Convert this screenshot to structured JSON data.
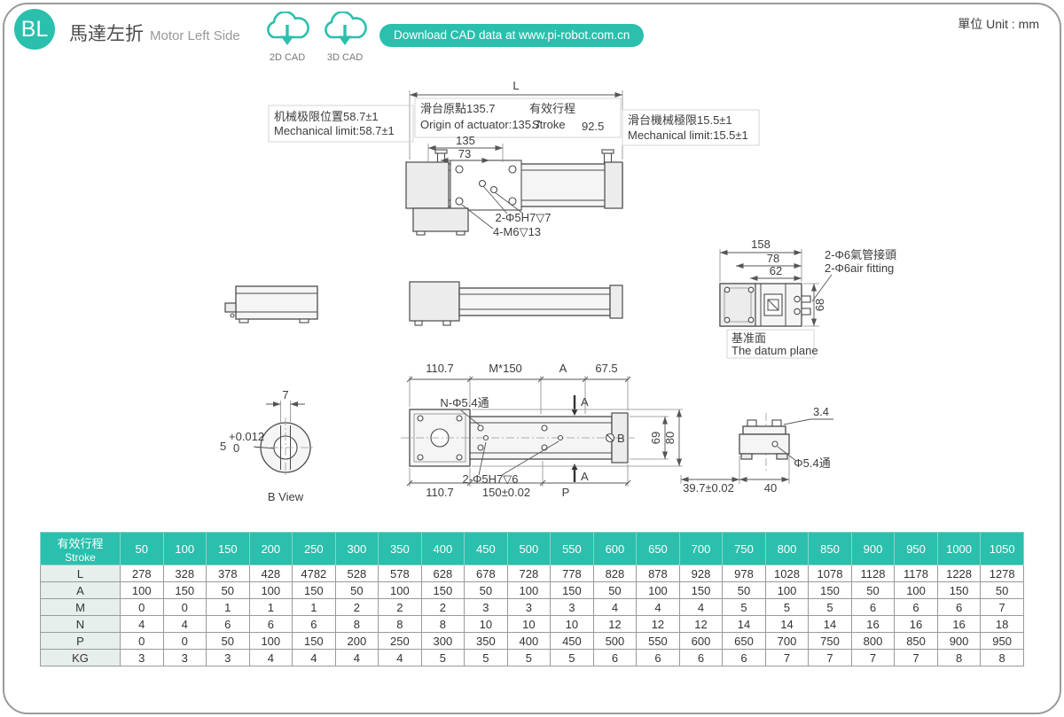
{
  "header": {
    "badge": "BL",
    "title_cn": "馬達左折",
    "title_en": "Motor Left Side",
    "cad2d_label": "2D CAD",
    "cad3d_label": "3D CAD",
    "download_text": "Download CAD data at www.pi-robot.com.cn",
    "unit_text": "單位 Unit : mm"
  },
  "colors": {
    "teal": "#2bbfad",
    "gray_text": "#b5b5b5"
  },
  "labels": {
    "dim_L": "L",
    "mech_left_cn": "机械极限位置58.7±1",
    "mech_left_en": "Mechanical limit:58.7±1",
    "origin_cn": "滑台原點135.7",
    "origin_en": "Origin of actuator:135.7",
    "stroke_cn": "有效行程",
    "stroke_en": "Stroke",
    "dim_92_5": "92.5",
    "mech_right_cn": "滑台機械極限15.5±1",
    "mech_right_en": "Mechanical limit:15.5±1",
    "dim_135": "135",
    "dim_73": "73",
    "note_2phi5h7_7": "2-Φ5H7▽7",
    "note_4m6_13": "4-M6▽13",
    "dim_158": "158",
    "dim_78": "78",
    "dim_62": "62",
    "dim_68": "68",
    "air_cn": "2-Φ6氣管接頭",
    "air_en": "2-Φ6air fitting",
    "datum_cn": "基准面",
    "datum_en": "The datum plane",
    "dim_110_7a": "110.7",
    "dim_m150": "M*150",
    "dim_A_top": "A",
    "dim_67_5": "67.5",
    "note_n_phi54": "N-Φ5.4通",
    "sec_A1": "A",
    "sec_A2": "A",
    "label_B": "B",
    "dim_69": "69",
    "dim_80": "80",
    "note_2phi5h7_6": "2-Φ5H7▽6",
    "dim_110_7b": "110.7",
    "dim_150": "150±0.02",
    "dim_P": "P",
    "dim_7": "7",
    "tol_plus": "+0.012",
    "tol_5": "5",
    "tol_0": "0",
    "bview_label": "B View",
    "dim_3_4": "3.4",
    "note_phi54": "Φ5.4通",
    "dim_39_7": "39.7±0.02",
    "dim_40": "40"
  },
  "table": {
    "header_cn": "有效行程",
    "header_en": "Stroke",
    "strokes": [
      "50",
      "100",
      "150",
      "200",
      "250",
      "300",
      "350",
      "400",
      "450",
      "500",
      "550",
      "600",
      "650",
      "700",
      "750",
      "800",
      "850",
      "900",
      "950",
      "1000",
      "1050"
    ],
    "rows": [
      {
        "label": "L",
        "values": [
          "278",
          "328",
          "378",
          "428",
          "4782",
          "528",
          "578",
          "628",
          "678",
          "728",
          "778",
          "828",
          "878",
          "928",
          "978",
          "1028",
          "1078",
          "1128",
          "1178",
          "1228",
          "1278"
        ]
      },
      {
        "label": "A",
        "values": [
          "100",
          "150",
          "50",
          "100",
          "150",
          "50",
          "100",
          "150",
          "50",
          "100",
          "150",
          "50",
          "100",
          "150",
          "50",
          "100",
          "150",
          "50",
          "100",
          "150",
          "50"
        ]
      },
      {
        "label": "M",
        "values": [
          "0",
          "0",
          "1",
          "1",
          "1",
          "2",
          "2",
          "2",
          "3",
          "3",
          "3",
          "4",
          "4",
          "4",
          "5",
          "5",
          "5",
          "6",
          "6",
          "6",
          "7"
        ]
      },
      {
        "label": "N",
        "values": [
          "4",
          "4",
          "6",
          "6",
          "6",
          "8",
          "8",
          "8",
          "10",
          "10",
          "10",
          "12",
          "12",
          "12",
          "14",
          "14",
          "14",
          "16",
          "16",
          "16",
          "18"
        ]
      },
      {
        "label": "P",
        "values": [
          "0",
          "0",
          "50",
          "100",
          "150",
          "200",
          "250",
          "300",
          "350",
          "400",
          "450",
          "500",
          "550",
          "600",
          "650",
          "700",
          "750",
          "800",
          "850",
          "900",
          "950"
        ]
      },
      {
        "label": "KG",
        "values": [
          "3",
          "3",
          "3",
          "4",
          "4",
          "4",
          "4",
          "5",
          "5",
          "5",
          "5",
          "6",
          "6",
          "6",
          "6",
          "7",
          "7",
          "7",
          "7",
          "8",
          "8"
        ]
      }
    ]
  }
}
